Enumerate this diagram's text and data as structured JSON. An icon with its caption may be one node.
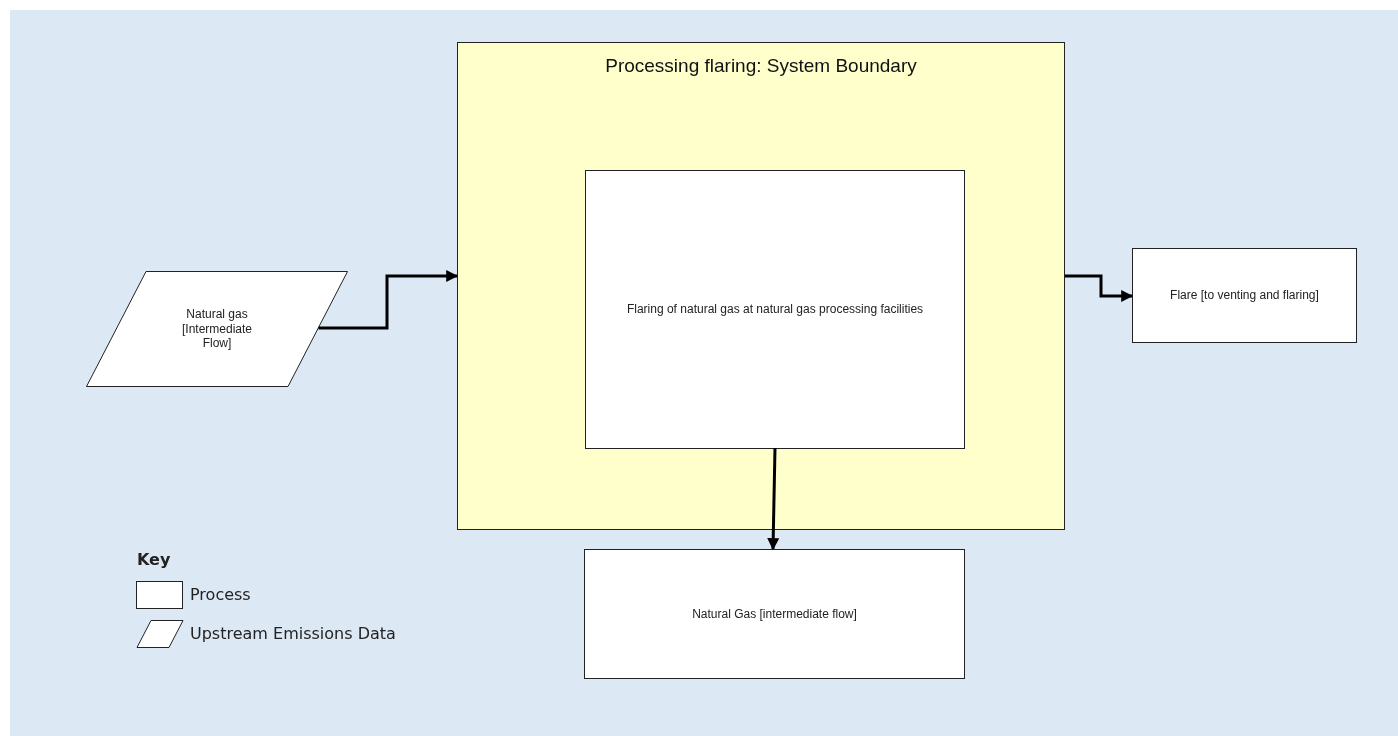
{
  "diagram": {
    "nodes": [
      {
        "text": [
          "Processing flaring: System Boundary"
        ]
      },
      {
        "text": [
          "Flaring of natural gas at natural gas processing facilities"
        ],
        "in": 0
      },
      {
        "text": [
          "Natural gas [Intermediate Flow]"
        ]
      },
      {
        "text": [
          "Flare [to venting and flaring]"
        ]
      },
      {
        "text": [
          "Natural Gas [intermediate flow]"
        ]
      }
    ],
    "edges": [
      {
        "from": 2,
        "to": 0,
        "arrow": "to"
      },
      {
        "from": 0,
        "to": 3,
        "arrow": "to"
      },
      {
        "from": 1,
        "to": 4,
        "arrow": "to"
      }
    ],
    "labels": [
      "Key"
    ],
    "legend": [
      {
        "text": "Process"
      },
      {
        "text": "Upstream Emissions Data"
      }
    ]
  }
}
